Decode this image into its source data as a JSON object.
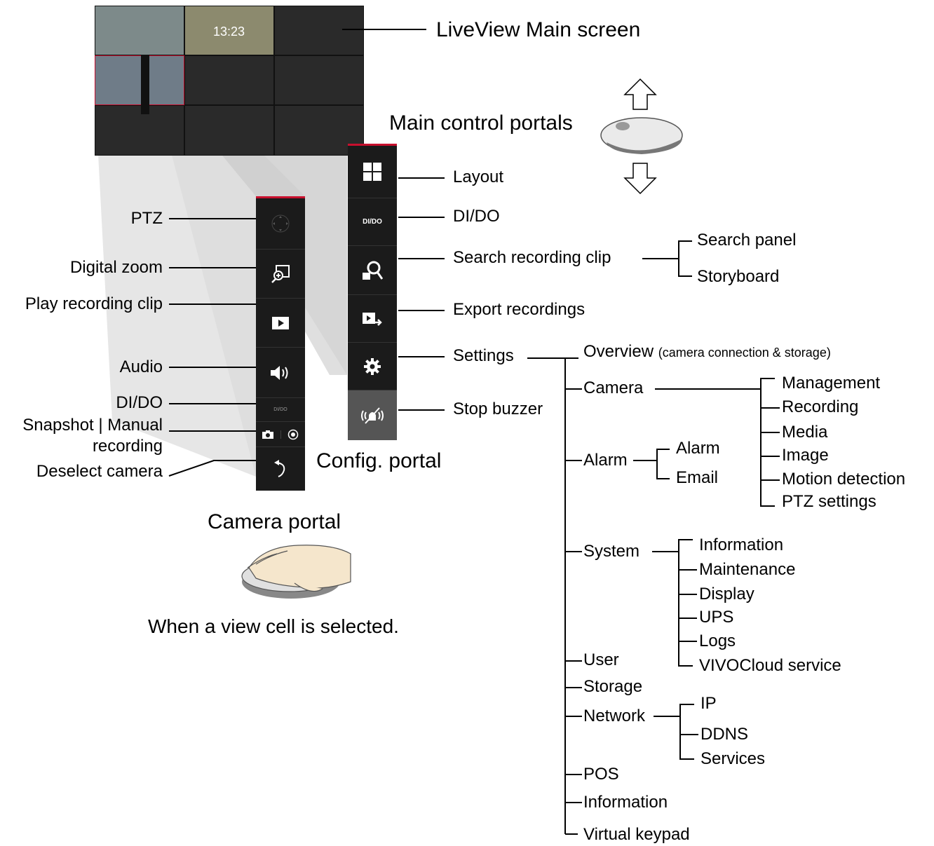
{
  "liveview": {
    "label": "LiveView Main screen",
    "timestamp": "13:23"
  },
  "main_portals": {
    "heading": "Main control portals",
    "items": [
      {
        "id": "layout",
        "label": "Layout",
        "icon": "layout-grid-icon"
      },
      {
        "id": "dido",
        "label": "DI/DO",
        "icon_text": "DI/DO"
      },
      {
        "id": "search",
        "label": "Search recording clip",
        "icon": "search-clip-icon",
        "children": [
          "Search panel",
          "Storyboard"
        ]
      },
      {
        "id": "export",
        "label": "Export recordings",
        "icon": "export-icon"
      },
      {
        "id": "settings",
        "label": "Settings",
        "icon": "gear-icon"
      },
      {
        "id": "buzzer",
        "label": "Stop buzzer",
        "icon": "buzzer-mute-icon"
      }
    ]
  },
  "config_portal": {
    "heading": "Config. portal"
  },
  "camera_portal": {
    "heading": "Camera portal",
    "note": "When a view cell is selected.",
    "items": [
      {
        "id": "ptz",
        "label": "PTZ"
      },
      {
        "id": "digital_zoom",
        "label": "Digital zoom"
      },
      {
        "id": "play_clip",
        "label": "Play recording clip"
      },
      {
        "id": "audio",
        "label": "Audio"
      },
      {
        "id": "dido",
        "label": "DI/DO",
        "icon_text": "DI/DO"
      },
      {
        "id": "snapshot",
        "label_line1": "Snapshot | Manual",
        "label_line2": "recording"
      },
      {
        "id": "deselect",
        "label": "Deselect camera"
      }
    ]
  },
  "settings_tree": {
    "overview": {
      "label": "Overview",
      "note": "(camera connection & storage)"
    },
    "camera": {
      "label": "Camera",
      "children": [
        "Management",
        "Recording",
        "Media",
        "Image",
        "Motion detection",
        "PTZ settings"
      ]
    },
    "alarm": {
      "label": "Alarm",
      "children": [
        "Alarm",
        "Email"
      ]
    },
    "system": {
      "label": "System",
      "children": [
        "Information",
        "Maintenance",
        "Display",
        "UPS",
        "Logs",
        "VIVOCloud service"
      ]
    },
    "user": {
      "label": "User"
    },
    "storage": {
      "label": "Storage"
    },
    "network": {
      "label": "Network",
      "children": [
        "IP",
        "DDNS",
        "Services"
      ]
    },
    "pos": {
      "label": "POS"
    },
    "information": {
      "label": "Information"
    },
    "virtual_keypad": {
      "label": "Virtual keypad"
    }
  },
  "colors": {
    "panel_bg": "#1b1b1b",
    "accent": "#c8102e",
    "beam": "#d9d9d9"
  }
}
